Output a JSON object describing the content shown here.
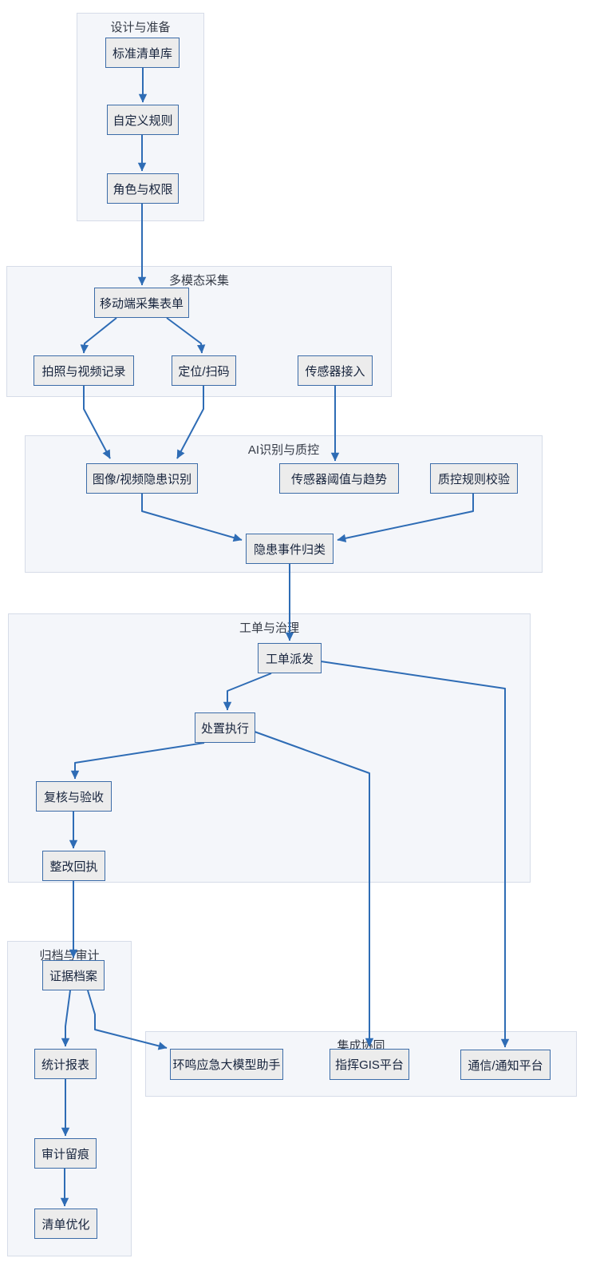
{
  "diagram": {
    "type": "flowchart",
    "direction": "top-down",
    "colors": {
      "edge": "#2e6cb5",
      "node_fill": "#ececec",
      "node_border": "#3c6ca8",
      "node_text": "#17243d",
      "panel_fill": "#f4f6fa",
      "panel_border": "#d6dce8",
      "title_color": "#343a46",
      "background": "#ffffff"
    },
    "groups": [
      {
        "id": "design-preparation",
        "title": "设计与准备"
      },
      {
        "id": "multimodal-collection",
        "title": "多模态采集"
      },
      {
        "id": "ai-recognition-qc",
        "title": "AI识别与质控"
      },
      {
        "id": "work-order-governance",
        "title": "工单与治理"
      },
      {
        "id": "archive-audit",
        "title": "归档与审计"
      },
      {
        "id": "integration-collaboration",
        "title": "集成协同"
      }
    ],
    "nodes": {
      "A": {
        "label": "标准清单库",
        "group": "设计与准备"
      },
      "B": {
        "label": "自定义规则",
        "group": "设计与准备"
      },
      "C": {
        "label": "角色与权限",
        "group": "设计与准备"
      },
      "D": {
        "label": "移动端采集表单",
        "group": "多模态采集"
      },
      "E": {
        "label": "拍照与视频记录",
        "group": "多模态采集"
      },
      "F": {
        "label": "定位/扫码",
        "group": "多模态采集"
      },
      "G": {
        "label": "传感器接入",
        "group": "多模态采集"
      },
      "H": {
        "label": "图像/视频隐患识别",
        "group": "AI识别与质控"
      },
      "I": {
        "label": "传感器阈值与趋势",
        "group": "AI识别与质控"
      },
      "J": {
        "label": "质控规则校验",
        "group": "AI识别与质控"
      },
      "K": {
        "label": "隐患事件归类",
        "group": "AI识别与质控"
      },
      "L": {
        "label": "工单派发",
        "group": "工单与治理"
      },
      "M": {
        "label": "处置执行",
        "group": "工单与治理"
      },
      "N": {
        "label": "复核与验收",
        "group": "工单与治理"
      },
      "O": {
        "label": "整改回执",
        "group": "工单与治理"
      },
      "P": {
        "label": "证据档案",
        "group": "归档与审计"
      },
      "Q": {
        "label": "统计报表",
        "group": "归档与审计"
      },
      "R": {
        "label": "审计留痕",
        "group": "归档与审计"
      },
      "S": {
        "label": "清单优化",
        "group": "归档与审计"
      },
      "T": {
        "label": "环鸣应急大模型助手",
        "group": "集成协同"
      },
      "U": {
        "label": "指挥GIS平台",
        "group": "集成协同"
      },
      "V": {
        "label": "通信/通知平台",
        "group": "集成协同"
      }
    },
    "edges": [
      {
        "from": "标准清单库",
        "to": "自定义规则"
      },
      {
        "from": "自定义规则",
        "to": "角色与权限"
      },
      {
        "from": "角色与权限",
        "to": "移动端采集表单"
      },
      {
        "from": "移动端采集表单",
        "to": "拍照与视频记录"
      },
      {
        "from": "移动端采集表单",
        "to": "定位/扫码"
      },
      {
        "from": "拍照与视频记录",
        "to": "图像/视频隐患识别"
      },
      {
        "from": "定位/扫码",
        "to": "图像/视频隐患识别"
      },
      {
        "from": "传感器接入",
        "to": "传感器阈值与趋势"
      },
      {
        "from": "图像/视频隐患识别",
        "to": "隐患事件归类"
      },
      {
        "from": "质控规则校验",
        "to": "隐患事件归类"
      },
      {
        "from": "隐患事件归类",
        "to": "工单派发"
      },
      {
        "from": "工单派发",
        "to": "处置执行"
      },
      {
        "from": "工单派发",
        "to": "通信/通知平台"
      },
      {
        "from": "处置执行",
        "to": "复核与验收"
      },
      {
        "from": "处置执行",
        "to": "指挥GIS平台"
      },
      {
        "from": "复核与验收",
        "to": "整改回执"
      },
      {
        "from": "整改回执",
        "to": "证据档案"
      },
      {
        "from": "证据档案",
        "to": "统计报表"
      },
      {
        "from": "证据档案",
        "to": "环鸣应急大模型助手"
      },
      {
        "from": "统计报表",
        "to": "审计留痕"
      },
      {
        "from": "审计留痕",
        "to": "清单优化"
      }
    ]
  }
}
